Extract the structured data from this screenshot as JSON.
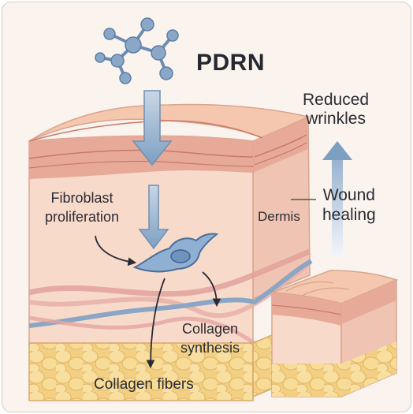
{
  "diagram": {
    "title": "PDRN",
    "labels": {
      "reduced_wrinkles": [
        "Reduced",
        "wrinkles"
      ],
      "wound_healing": [
        "Wound",
        "healing"
      ],
      "dermis": "Dermis",
      "fibroblast_proliferation": [
        "Fibroblast",
        "proliferation"
      ],
      "collagen_synthesis": [
        "Collagen",
        "synthesis"
      ],
      "collagen_fibers": "Collagen fibers"
    },
    "colors": {
      "arrow_blue": "#7d9fc2",
      "skin_top": "#f2c3aa",
      "epidermis_band": "#e4a190",
      "dermis": "#f8d9ca",
      "fat": "#f5d792",
      "molecule": "#8aa7c8",
      "fiber_blue": "#8ba6c4",
      "fiber_pink": "#e3a5a0"
    }
  }
}
